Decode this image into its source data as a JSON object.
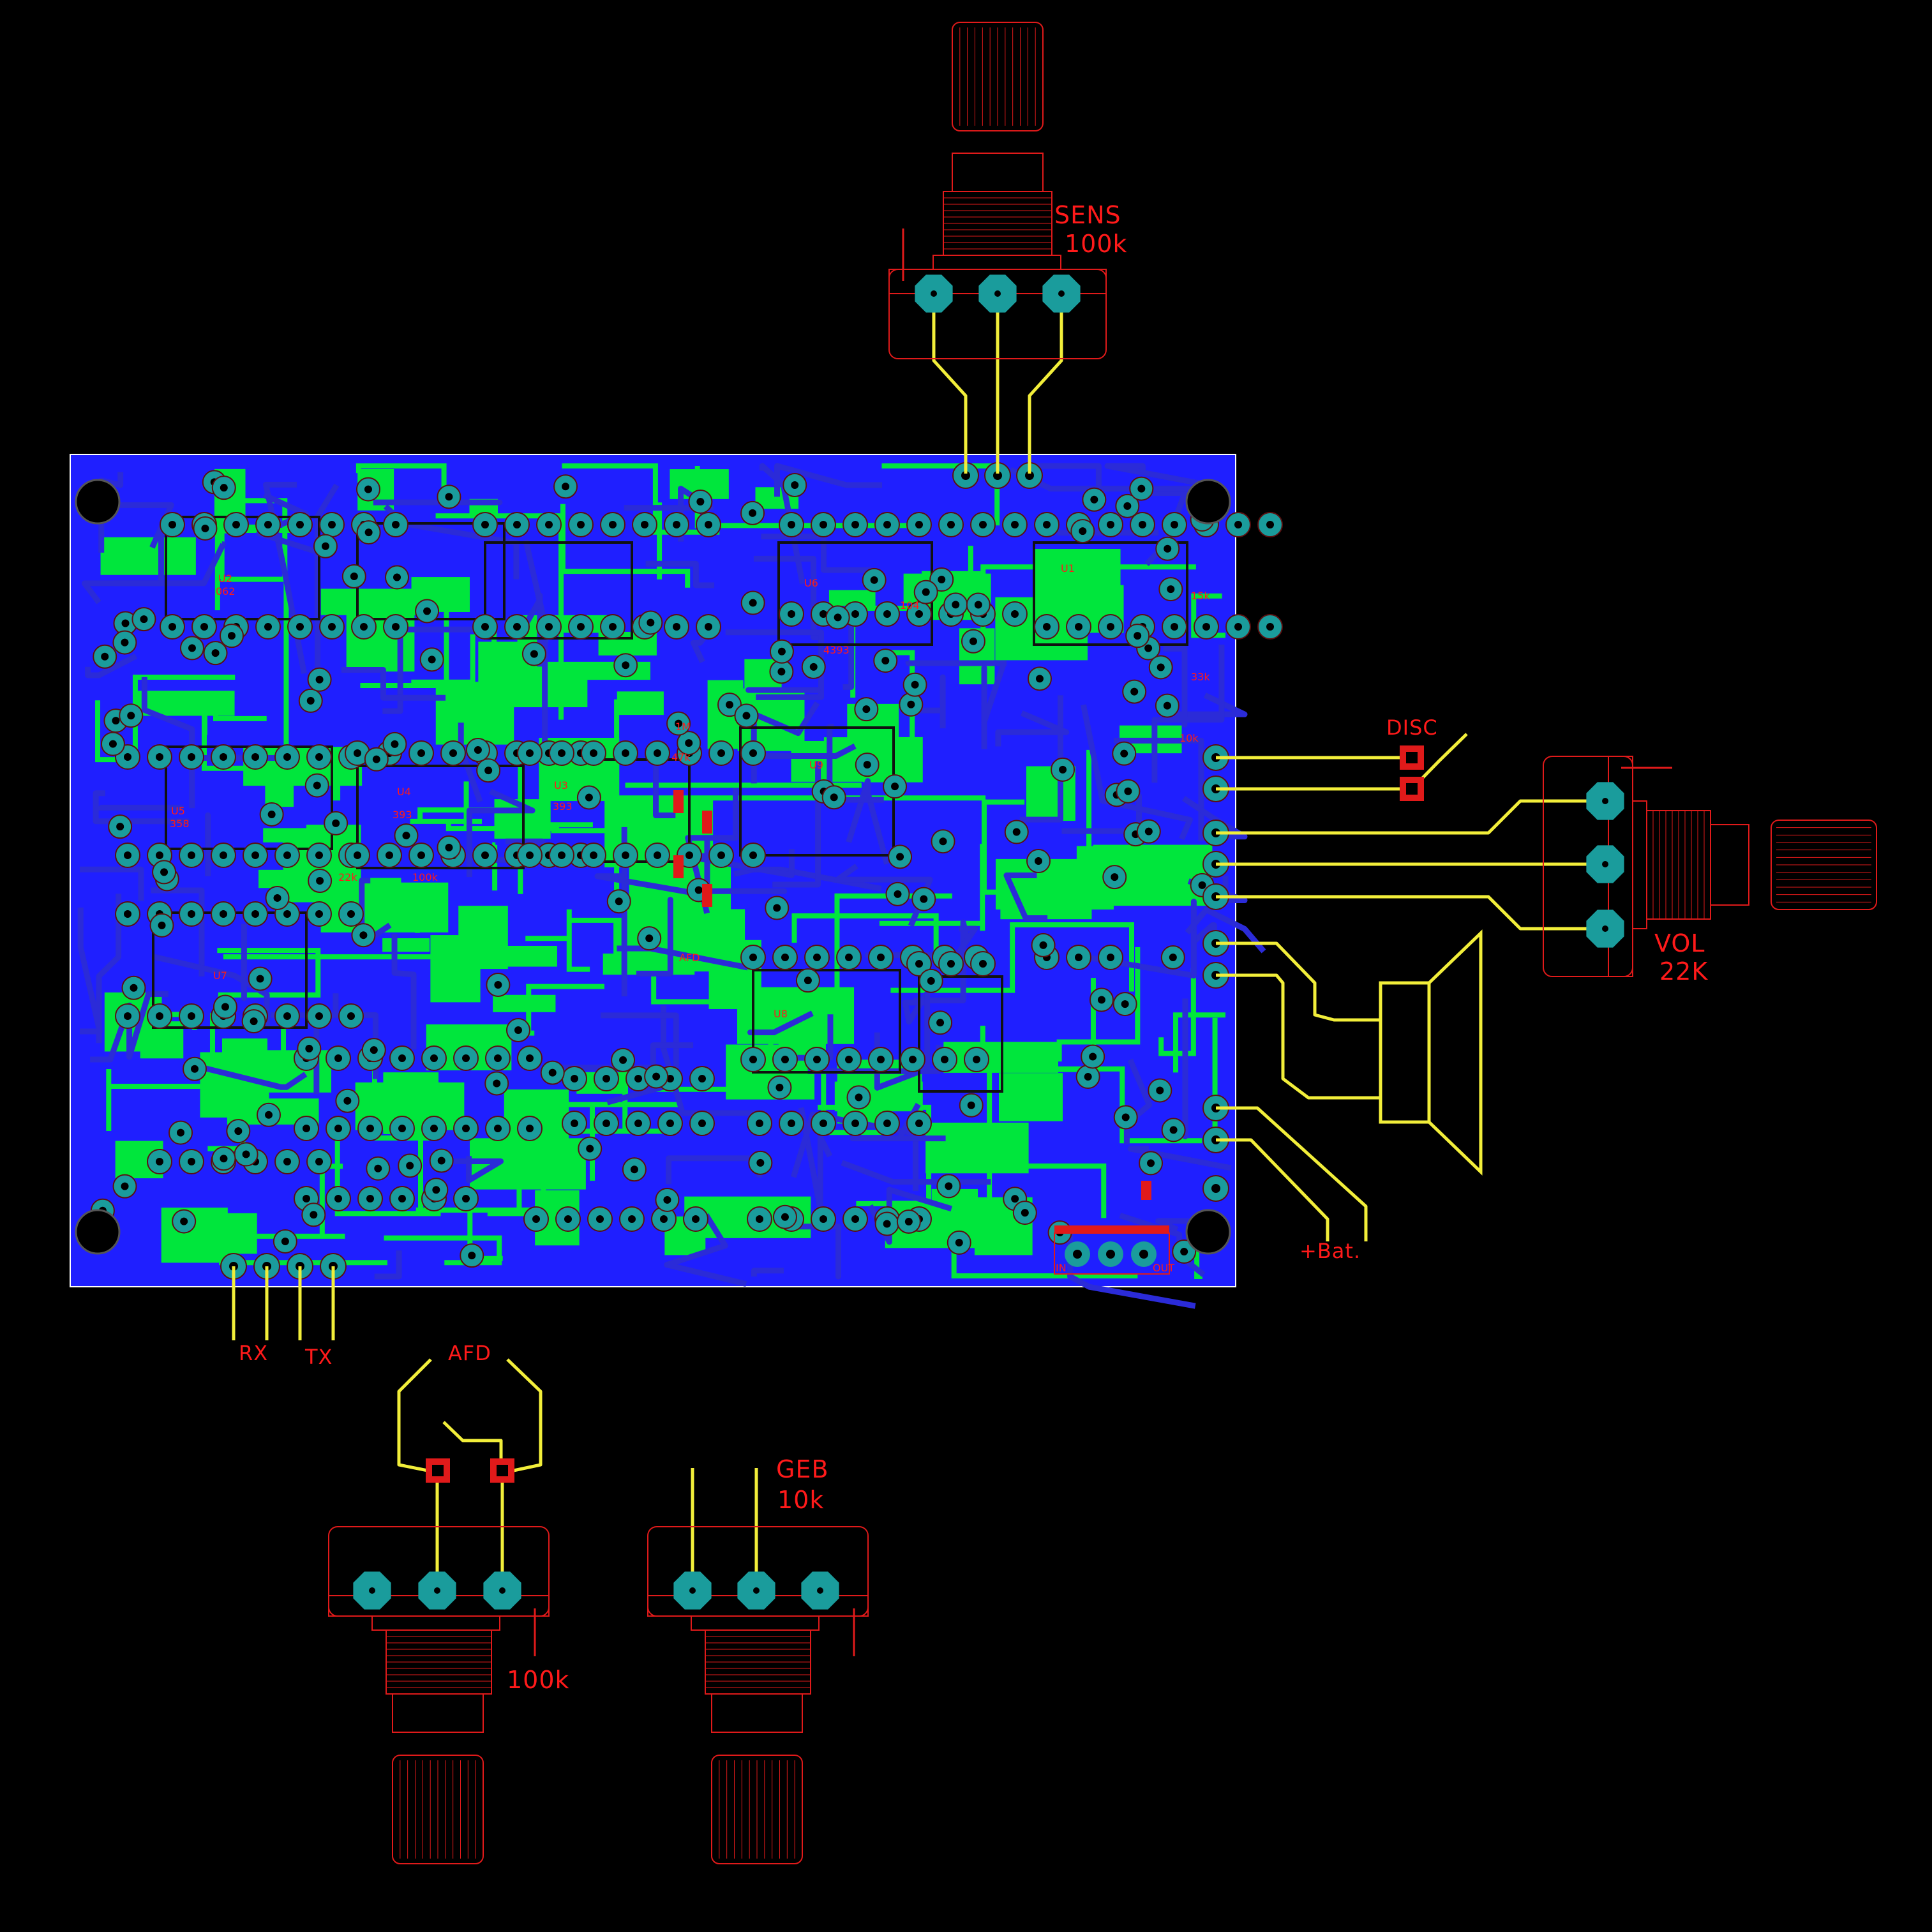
{
  "colors": {
    "background": "#000000",
    "board_fill": "#1f1fff",
    "copper_top": "#00e63c",
    "copper_bottom": "#2b2bd8",
    "pad": "#1a9c9c",
    "wire": "#f2ee3a",
    "silkscreen": "#e01a1a"
  },
  "labels": {
    "sens": "SENS",
    "sens_value": "100k",
    "disc": "DISC",
    "vol": "VOL",
    "vol_value": "22K",
    "bat": "+Bat.",
    "rx": "RX",
    "tx": "TX",
    "afd": "AFD",
    "afd_value": "100k",
    "geb": "GEB",
    "geb_value": "10k"
  },
  "board_marks": {
    "u1": "U1",
    "u2": "U2",
    "u3": "U3",
    "u4": "U4",
    "u5": "U5",
    "u6": "U6",
    "u7": "U7",
    "u8": "U8",
    "u9": "U9",
    "v393_a": "393",
    "v393_b": "393",
    "v4393": "4393",
    "v358": "358",
    "v062": "062",
    "vafd": "AFD",
    "in": "IN",
    "out": "OUT",
    "v47k": "47k",
    "v22k": "22k",
    "v100k": "100k",
    "v104": "104",
    "v10k": "10k",
    "v1m": "1M",
    "v33k": "33k",
    "v15k": "15k"
  }
}
